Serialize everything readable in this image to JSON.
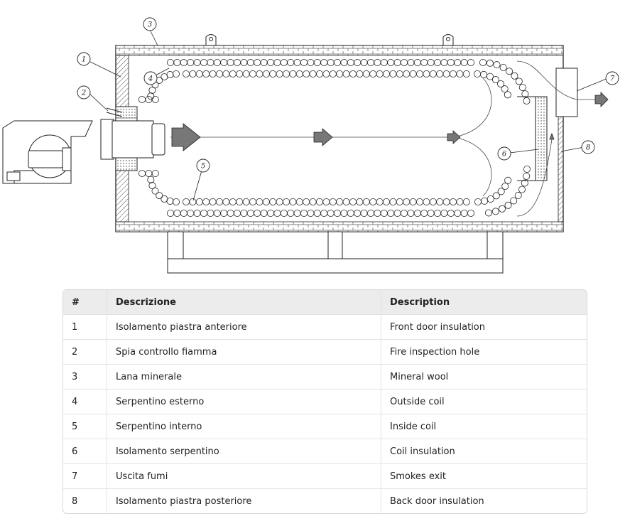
{
  "callouts": [
    "1",
    "2",
    "3",
    "4",
    "5",
    "6",
    "7",
    "8"
  ],
  "table": {
    "headers": [
      "#",
      "Descrizione",
      "Description"
    ],
    "rows": [
      [
        "1",
        "Isolamento piastra anteriore",
        "Front door insulation"
      ],
      [
        "2",
        "Spia controllo fiamma",
        "Fire inspection hole"
      ],
      [
        "3",
        "Lana minerale",
        "Mineral wool"
      ],
      [
        "4",
        "Serpentino esterno",
        "Outside coil"
      ],
      [
        "5",
        "Serpentino interno",
        "Inside coil"
      ],
      [
        "6",
        "Isolamento serpentino",
        "Coil insulation"
      ],
      [
        "7",
        "Uscita fumi",
        "Smokes exit"
      ],
      [
        "8",
        "Isolamento piastra posteriore",
        "Back door insulation"
      ]
    ]
  }
}
